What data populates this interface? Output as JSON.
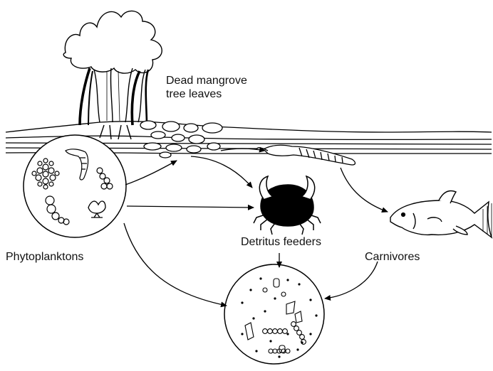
{
  "labels": {
    "dead_leaves_line1": "Dead mangrove",
    "dead_leaves_line2": "tree leaves",
    "phytoplanktons": "Phytoplanktons",
    "detritus_feeders": "Detritus feeders",
    "carnivores": "Carnivores"
  },
  "colors": {
    "ink": "#000000",
    "background": "#ffffff"
  },
  "icons": [
    "mangrove-tree-icon",
    "dead-leaves-icon",
    "phytoplankton-circle-icon",
    "shrimp-icon",
    "crab-icon",
    "fish-icon",
    "microorganism-circle-icon"
  ]
}
